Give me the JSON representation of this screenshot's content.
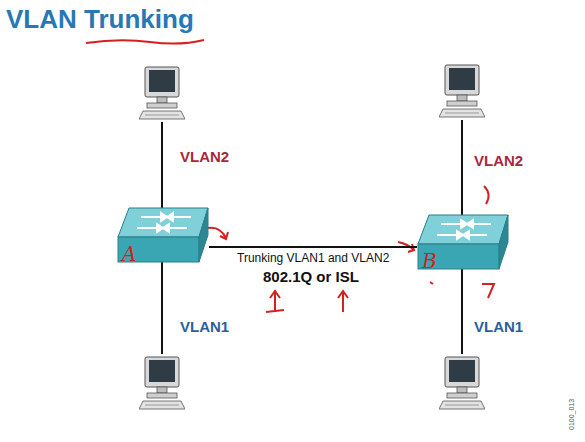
{
  "diagram": {
    "title": "VLAN Trunking",
    "nodes": [
      {
        "text": [
          "A"
        ]
      },
      {
        "text": [
          "B"
        ]
      }
    ],
    "edges": [
      {
        "from": 0,
        "to": 1,
        "arrow": "none",
        "label": "Trunking VLAN1 and VLAN2"
      }
    ],
    "labels": [
      "802.1Q or ISL",
      "VLAN2",
      "VLAN2",
      "VLAN1",
      "VLAN1",
      "0100_013"
    ]
  }
}
